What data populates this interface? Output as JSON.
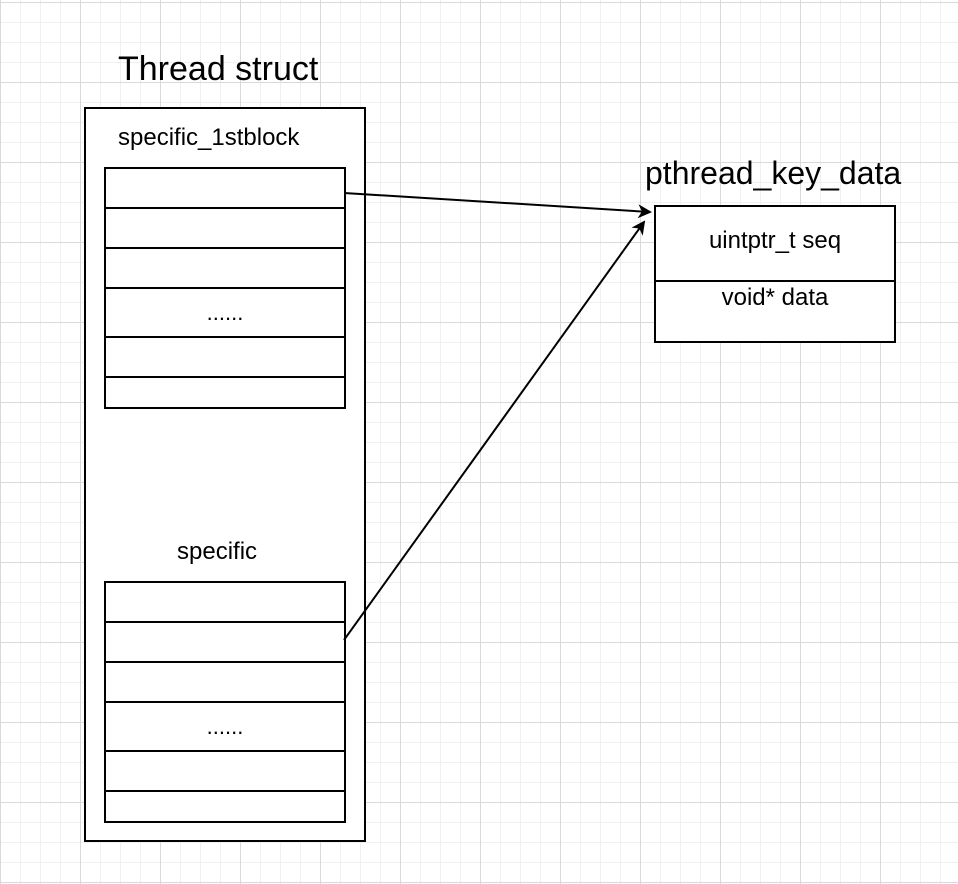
{
  "thread_struct": {
    "title": "Thread struct",
    "block_label": "specific_1stblock",
    "block_cells": [
      "",
      "",
      "",
      "......",
      "",
      ""
    ],
    "specific_label": "specific",
    "specific_cells": [
      "",
      "",
      "",
      "......",
      "",
      ""
    ]
  },
  "key_data": {
    "title": "pthread_key_data",
    "field_seq": "uintptr_t seq",
    "field_data": "void* data"
  }
}
